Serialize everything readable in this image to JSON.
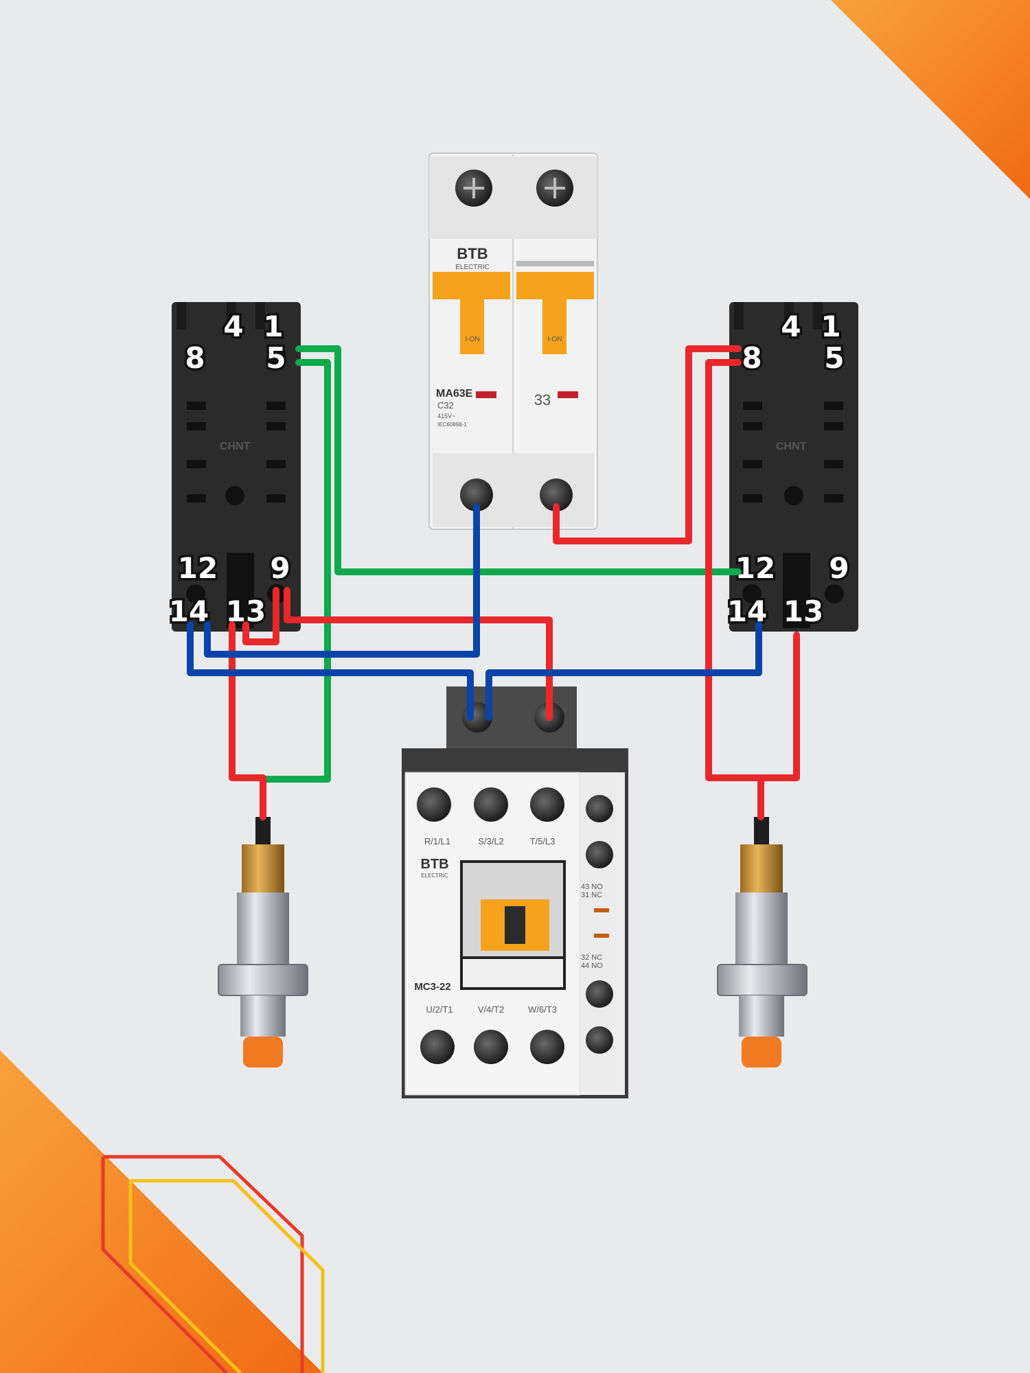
{
  "colors": {
    "background": "#e9eaec",
    "accent_orange": "#f47b20",
    "wire_red": "#e8282b",
    "wire_blue": "#0a44a8",
    "wire_green": "#0fa94e",
    "relay_body": "#2b2b2b",
    "handle_yellow": "#f6a21c",
    "sensor_orange": "#f07a22"
  },
  "breaker": {
    "brand": "BTB",
    "brand_sub": "ELECTRIC",
    "model": "MA63E",
    "rating": "C32",
    "voltage": "415V~",
    "standard": "IEC60898-1",
    "handle_text": "I-ON",
    "pole_mark": "33"
  },
  "relay_left": {
    "brand": "CHNT",
    "terminals": {
      "t4": "4",
      "t1": "1",
      "t8": "8",
      "t5": "5",
      "t12": "12",
      "t9": "9",
      "t14": "14",
      "t13": "13"
    }
  },
  "relay_right": {
    "brand": "CHNT",
    "terminals": {
      "t4": "4",
      "t1": "1",
      "t8": "8",
      "t5": "5",
      "t12": "12",
      "t9": "9",
      "t14": "14",
      "t13": "13"
    }
  },
  "contactor": {
    "brand": "BTB",
    "brand_sub": "ELECTRIC",
    "model": "MC3-22",
    "top_terminals": [
      "R/1/L1",
      "S/3/L2",
      "T/5/L3"
    ],
    "bottom_terminals": [
      "U/2/T1",
      "V/4/T2",
      "W/6/T3"
    ],
    "aux_top": [
      "43 NO",
      "31 NC"
    ],
    "aux_bottom": [
      "32 NC",
      "44 NO"
    ]
  },
  "sensors": [
    "left-proximity-sensor",
    "right-proximity-sensor"
  ],
  "icons": [
    "corner-triangle-icon",
    "logo-chevron-icon",
    "screw-terminal-icon"
  ]
}
